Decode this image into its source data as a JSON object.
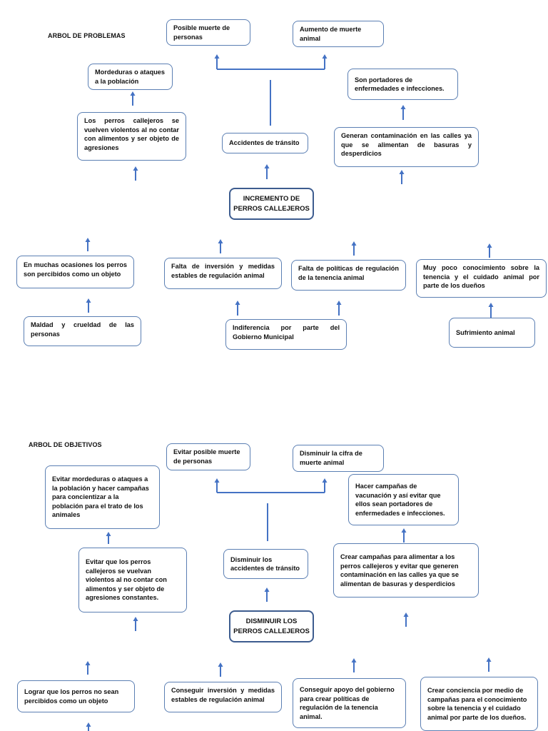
{
  "problems": {
    "title": "ARBOL DE PROBLEMAS",
    "center": "INCREMENTO DE\nPERROS CALLEJEROS",
    "boxes": {
      "muerte_personas": "Posible muerte de\npersonas",
      "muerte_animal": "Aumento de muerte\nanimal",
      "mordeduras": "Mordeduras o ataques\na la población",
      "portadores": "Son portadores de\nenfermedades e infecciones.",
      "violentos": "Los perros callejeros se vuelven violentos al no contar con alimentos y ser objeto de agresiones",
      "accidentes": "Accidentes de tránsito",
      "contaminacion": "Generan contaminación en las calles ya que se alimentan de basuras y desperdicios",
      "objeto": "En muchas ocasiones los perros son percibidos como un objeto",
      "inversion": "Falta de inversión y medidas estables de regulación animal",
      "politicas": "Falta de políticas de regulación de la tenencia animal",
      "conocimiento": "Muy poco conocimiento sobre la tenencia y el cuidado animal por parte de los dueños",
      "maldad": "Maldad y crueldad de las personas",
      "indiferencia": "Indiferencia por parte del Gobierno Municipal",
      "sufrimiento": "Sufrimiento animal"
    }
  },
  "objectives": {
    "title": "ARBOL DE OBJETIVOS",
    "center": "DISMINUIR  LOS\nPERROS CALLEJEROS",
    "boxes": {
      "evitar_muerte": "Evitar posible muerte\nde personas",
      "disminuir_muerte": "Disminuir la cifra de\nmuerte animal",
      "evitar_mordeduras": "Evitar mordeduras o ataques a\nla población y hacer campañas\npara concientizar a la\npoblación para el trato de los\nanimales",
      "campanas_vacunacion": "Hacer campañas de\nvacunación y así evitar que\nellos sean  portadores de\nenfermedades e infecciones.",
      "evitar_violentos": "Evitar que los perros\ncallejeros se vuelvan\nviolentos al no contar con\nalimentos y ser objeto de\nagresiones constantes.",
      "disminuir_accidentes": "Disminuir los\naccidentes de tránsito",
      "campanas_alimentar": "Crear campañas para alimentar a los\nperros callejeros y evitar que generen\ncontaminación en las calles ya que se\nalimentan de basuras y desperdicios",
      "no_objeto": "Lograr que los perros no sean\npercibidos como un objeto",
      "conseguir_inversion": "Conseguir inversión y medidas estables de regulación animal",
      "apoyo_gobierno": "Conseguir apoyo del gobierno\npara crear políticas de\nregulación de la tenencia\nanimal.",
      "conciencia": "Crear conciencia por medio de\ncampañas para el conocimiento\nsobre la tenencia y el cuidado\nanimal por parte de los dueños."
    }
  },
  "colors": {
    "box_border": "#5b7fb3",
    "center_border": "#3d5c8f",
    "arrow": "#4472c4"
  }
}
